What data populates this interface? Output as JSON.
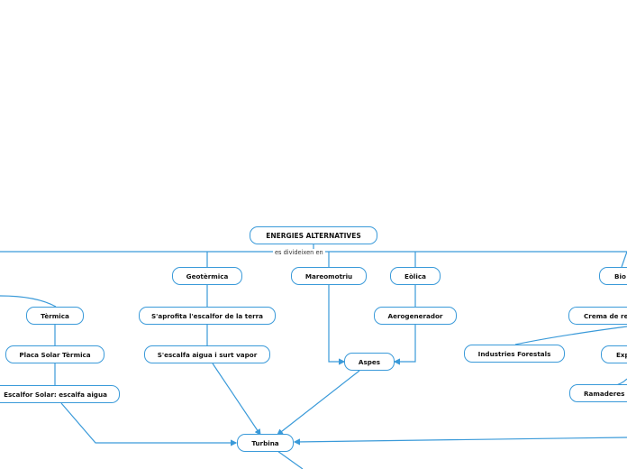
{
  "root": "ENERGIES ALTERNATIVES",
  "edge_label": "es divideixen en",
  "nodes": {
    "termica": "Tèrmica",
    "placa": "Placa Solar Tèrmica",
    "escalfor": "Escalfor Solar: escalfa aigua",
    "geotermica": "Geotèrmica",
    "saprofita": "S'aprofita l'escalfor de la terra",
    "sescalfa": "S'escalfa aigua i surt vapor",
    "mareomotriu": "Mareomotriu",
    "eolica": "Eòlica",
    "aerogenerador": "Aerogenerador",
    "aspes": "Aspes",
    "turbina": "Turbina",
    "biomassa": "Bio",
    "crema": "Crema de re",
    "industries": "Industries Forestals",
    "exp": "Exp",
    "ramaderes": "Ramaderes"
  },
  "colors": {
    "line": "#3a9ad9",
    "border": "#3a9ad9"
  }
}
